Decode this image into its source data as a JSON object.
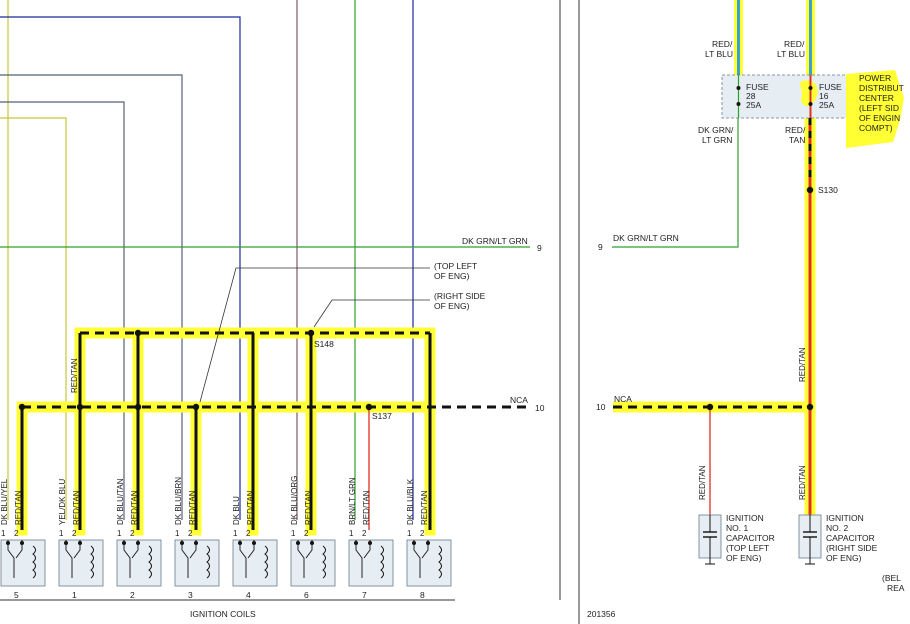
{
  "left_panel": {
    "wire_9_label": "DK GRN/LT GRN",
    "wire_9_num": "9",
    "wire_10_label": "NCA",
    "wire_10_num": "10",
    "callout_top_left": [
      "(TOP LEFT",
      "OF ENG)"
    ],
    "callout_right_side": [
      "(RIGHT SIDE",
      "OF ENG)"
    ],
    "splice_s148": "S148",
    "splice_s137": "S137",
    "riser_label": "RED/TAN",
    "coils": [
      {
        "cyl": "5",
        "wire1": "DK BLU/YEL",
        "wire2": "RED/TAN"
      },
      {
        "cyl": "1",
        "wire1": "YEL/DK BLU",
        "wire2": "RED/TAN"
      },
      {
        "cyl": "2",
        "wire1": "DK BLU/TAN",
        "wire2": "RED/TAN"
      },
      {
        "cyl": "3",
        "wire1": "DK BLU/BRN",
        "wire2": "RED/TAN"
      },
      {
        "cyl": "4",
        "wire1": "DK BLU",
        "wire2": "RED/TAN"
      },
      {
        "cyl": "6",
        "wire1": "DK BLU/ORG",
        "wire2": "RED/TAN"
      },
      {
        "cyl": "7",
        "wire1": "BRN/LT GRN",
        "wire2": "RED/TAN"
      },
      {
        "cyl": "8",
        "wire1": "DK BLU/BLK",
        "wire2": "RED/TAN"
      }
    ],
    "pin1": "1",
    "pin2": "2",
    "footer": "IGNITION COILS"
  },
  "right_panel": {
    "wire_top_labels": [
      [
        "RED/",
        "LT BLU"
      ],
      [
        "RED/",
        "LT BLU"
      ]
    ],
    "fuse_28": [
      "FUSE",
      "28",
      "25A"
    ],
    "fuse_16": [
      "FUSE",
      "16",
      "25A"
    ],
    "pdc_label": [
      "POWER",
      "DISTRIBUT",
      "CENTER",
      "(LEFT SID",
      "OF ENGIN",
      "COMPT)"
    ],
    "below_fuse_labels": [
      [
        "DK GRN/",
        "LT GRN"
      ],
      [
        "RED/",
        "TAN"
      ]
    ],
    "splice_s130": "S130",
    "wire_9_num": "9",
    "wire_9_label": "DK GRN/LT GRN",
    "wire_10_num": "10",
    "wire_10_label": "NCA",
    "vertical_label": "RED/TAN",
    "cap1_wire": "RED/TAN",
    "cap2_wire": "RED/TAN",
    "cap1_label": [
      "IGNITION",
      "NO. 1",
      "CAPACITOR",
      "(TOP LEFT",
      "OF ENG)"
    ],
    "cap2_label": [
      "IGNITION",
      "NO. 2",
      "CAPACITOR",
      "(RIGHT SIDE",
      "OF ENG)"
    ],
    "cut_label": [
      "(BEL",
      "REA"
    ],
    "diagram_id": "201356"
  },
  "colors": {
    "highlight": "#ffff33",
    "red_wire": "#e03020",
    "dk_blu": "#1a2a9a",
    "grn": "#2fa02f",
    "gray": "#6a6a7a"
  }
}
